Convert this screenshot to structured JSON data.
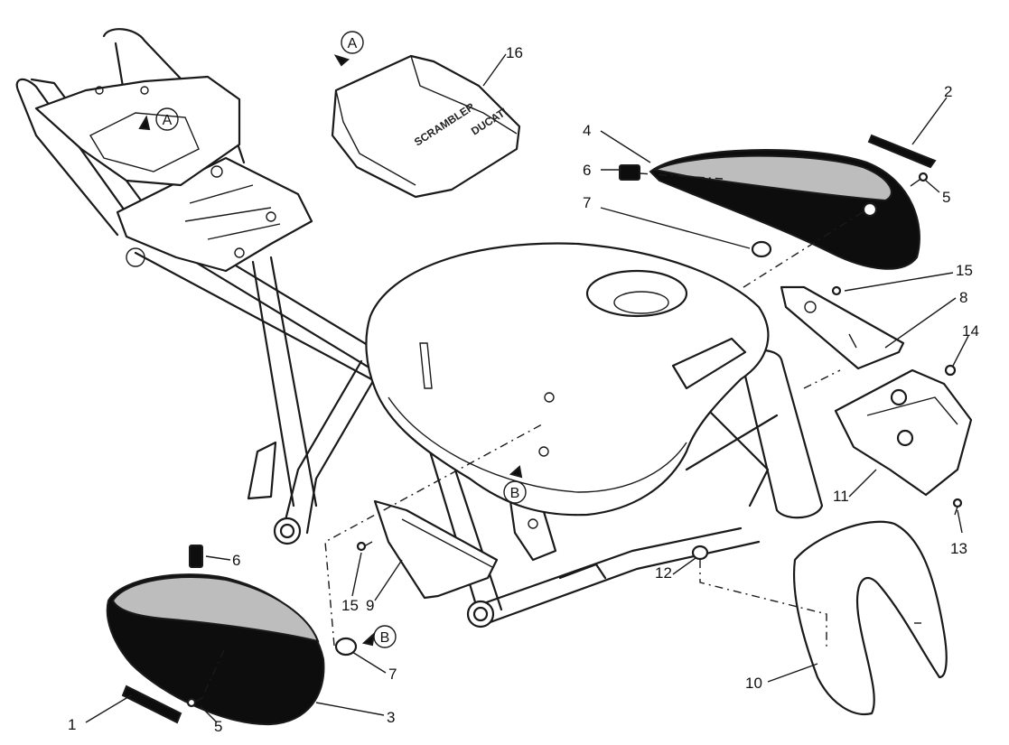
{
  "callouts": [
    {
      "id": "1",
      "label": "1"
    },
    {
      "id": "2",
      "label": "2"
    },
    {
      "id": "3",
      "label": "3"
    },
    {
      "id": "4",
      "label": "4"
    },
    {
      "id": "5a",
      "label": "5"
    },
    {
      "id": "5b",
      "label": "5"
    },
    {
      "id": "6a",
      "label": "6"
    },
    {
      "id": "6b",
      "label": "6"
    },
    {
      "id": "7a",
      "label": "7"
    },
    {
      "id": "7b",
      "label": "7"
    },
    {
      "id": "8",
      "label": "8"
    },
    {
      "id": "9",
      "label": "9"
    },
    {
      "id": "10",
      "label": "10"
    },
    {
      "id": "11",
      "label": "11"
    },
    {
      "id": "12",
      "label": "12"
    },
    {
      "id": "13",
      "label": "13"
    },
    {
      "id": "14",
      "label": "14"
    },
    {
      "id": "15a",
      "label": "15"
    },
    {
      "id": "15b",
      "label": "15"
    },
    {
      "id": "16",
      "label": "16"
    }
  ],
  "reference_marks": {
    "a_top": "A",
    "a_frame": "A",
    "b_tank": "B",
    "b_lower": "B"
  },
  "cover_stamp": {
    "line1": "SCRAMBLER",
    "line2": "DUCATI"
  },
  "colors": {
    "ink": "#1a1a1a",
    "panel_dark": "#0d0d0d",
    "panel_grey": "#bdbdbd",
    "background": "#ffffff"
  }
}
